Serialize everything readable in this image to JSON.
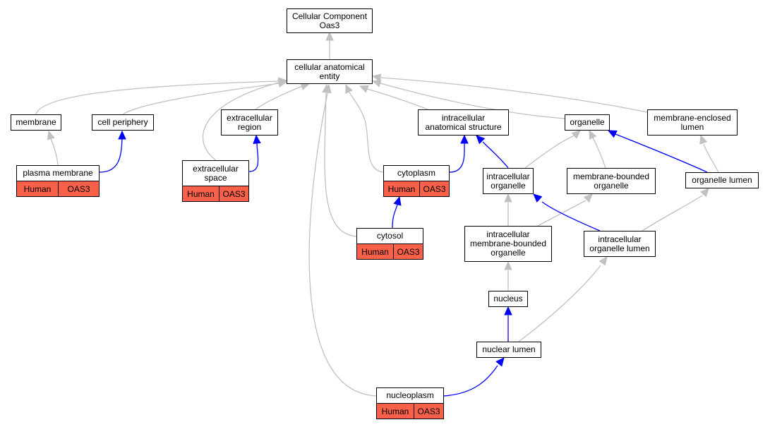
{
  "nodes": {
    "root": "Cellular Component\nOas3",
    "cae": "cellular anatomical\nentity",
    "membrane": "membrane",
    "cell_periphery": "cell periphery",
    "extracellular_region": "extracellular\nregion",
    "intracellular_anatomical_structure": "intracellular\nanatomical structure",
    "organelle": "organelle",
    "membrane_enclosed_lumen": "membrane-enclosed\nlumen",
    "plasma_membrane": "plasma membrane",
    "extracellular_space": "extracellular\nspace",
    "cytoplasm": "cytoplasm",
    "intracellular_organelle": "intracellular\norganelle",
    "membrane_bounded_organelle": "membrane-bounded\norganelle",
    "organelle_lumen": "organelle lumen",
    "cytosol": "cytosol",
    "intracellular_membrane_bounded_organelle": "intracellular\nmembrane-bounded\norganelle",
    "intracellular_organelle_lumen": "intracellular\norganelle lumen",
    "nucleus": "nucleus",
    "nuclear_lumen": "nuclear lumen",
    "nucleoplasm": "nucleoplasm"
  },
  "annotations": {
    "plasma_membrane": {
      "species": "Human",
      "gene": "OAS3"
    },
    "extracellular_space": {
      "species": "Human",
      "gene": "OAS3"
    },
    "cytoplasm": {
      "species": "Human",
      "gene": "OAS3"
    },
    "cytosol": {
      "species": "Human",
      "gene": "OAS3"
    },
    "nucleoplasm": {
      "species": "Human",
      "gene": "OAS3"
    }
  },
  "edge_colors": {
    "is_a": "#c0c0c0",
    "part_of": "#0000ff"
  },
  "annotation_color": "#f9604a"
}
